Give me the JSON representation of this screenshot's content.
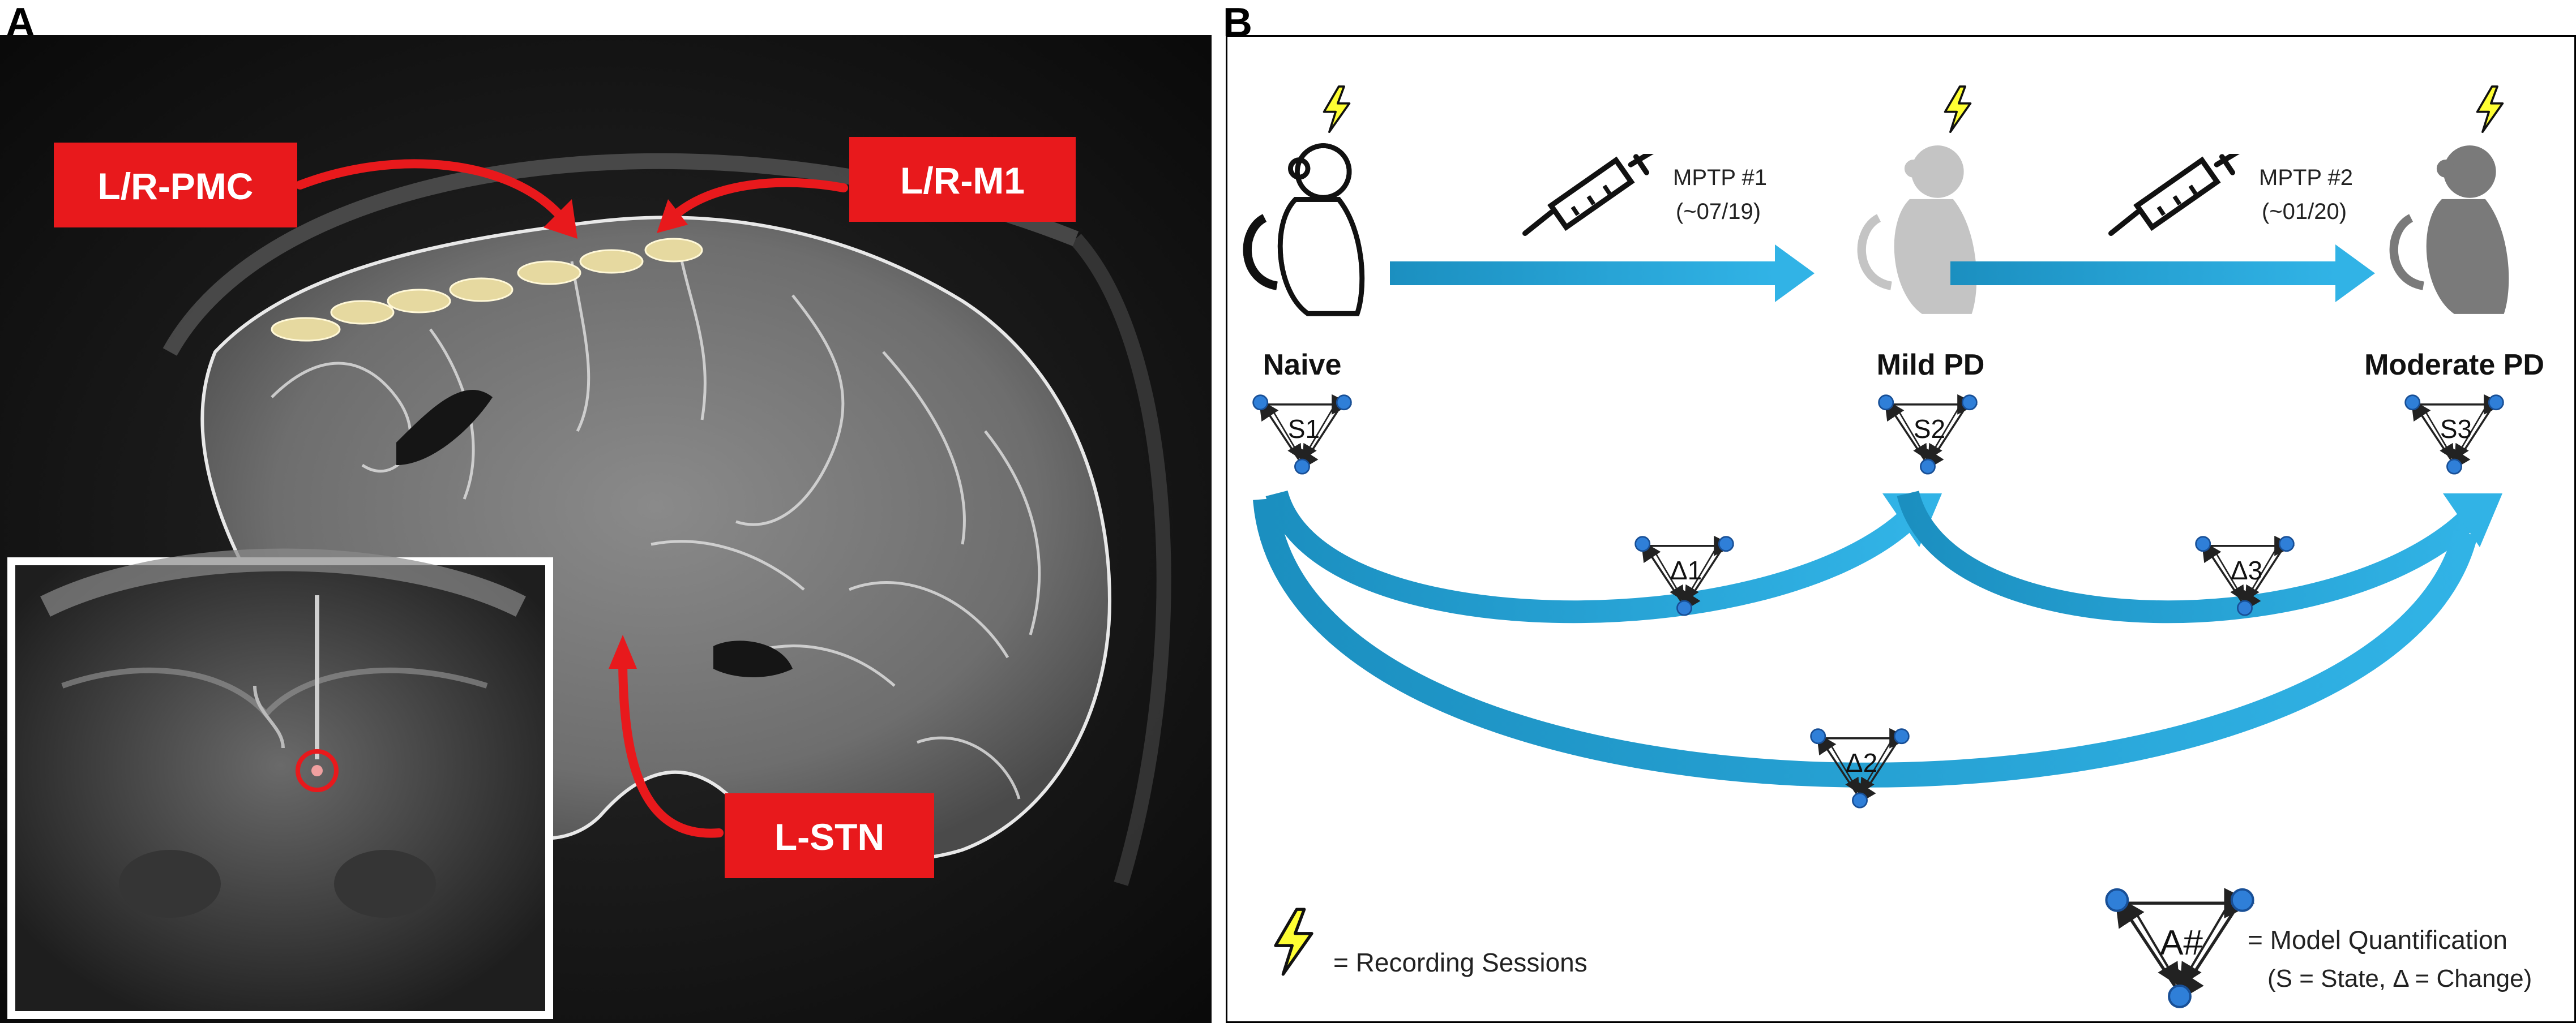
{
  "panel_a": {
    "letter": "A",
    "labels": {
      "pmc": "L/R-PMC",
      "m1": "L/R-M1",
      "stn": "L-STN"
    }
  },
  "panel_b": {
    "letter": "B",
    "injections": [
      {
        "name": "MPTP #1",
        "date": "(~07/19)"
      },
      {
        "name": "MPTP #2",
        "date": "(~01/20)"
      }
    ],
    "states": [
      {
        "name": "Naive",
        "model": "S1"
      },
      {
        "name": "Mild PD",
        "model": "S2"
      },
      {
        "name": "Moderate PD",
        "model": "S3"
      }
    ],
    "changes": [
      "Δ1",
      "Δ3",
      "Δ2"
    ],
    "legend": {
      "recording": "= Recording Sessions",
      "model_symbol": "A#",
      "model_text": "= Model Quantification",
      "model_sub": "(S = State, Δ = Change)"
    },
    "colors": {
      "arrow_blue": "#2aa7d8",
      "node_blue": "#2f7fd8",
      "label_red": "#e8191c",
      "bolt_yellow": "#ffff33"
    }
  }
}
